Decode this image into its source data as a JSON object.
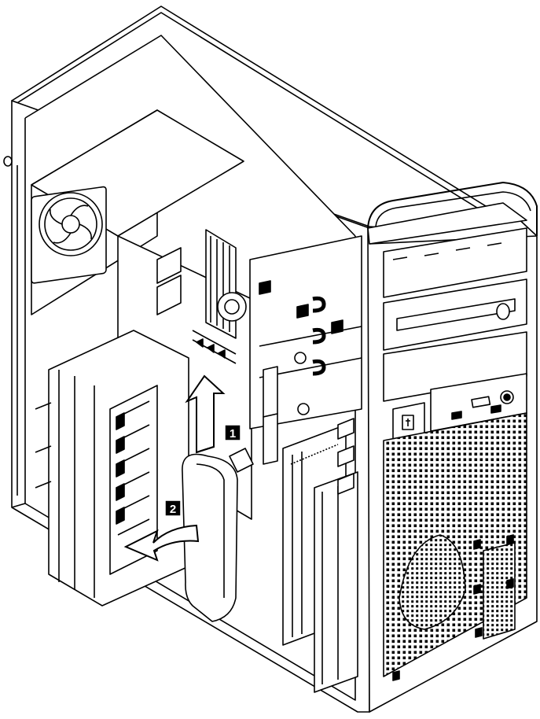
{
  "figure": {
    "steps": [
      {
        "number": "1",
        "arrow": "up-arrow"
      },
      {
        "number": "2",
        "arrow": "curved-left-arrow"
      }
    ],
    "colors": {
      "line": "#000000",
      "fill": "#ffffff",
      "badge": "#000000"
    }
  }
}
